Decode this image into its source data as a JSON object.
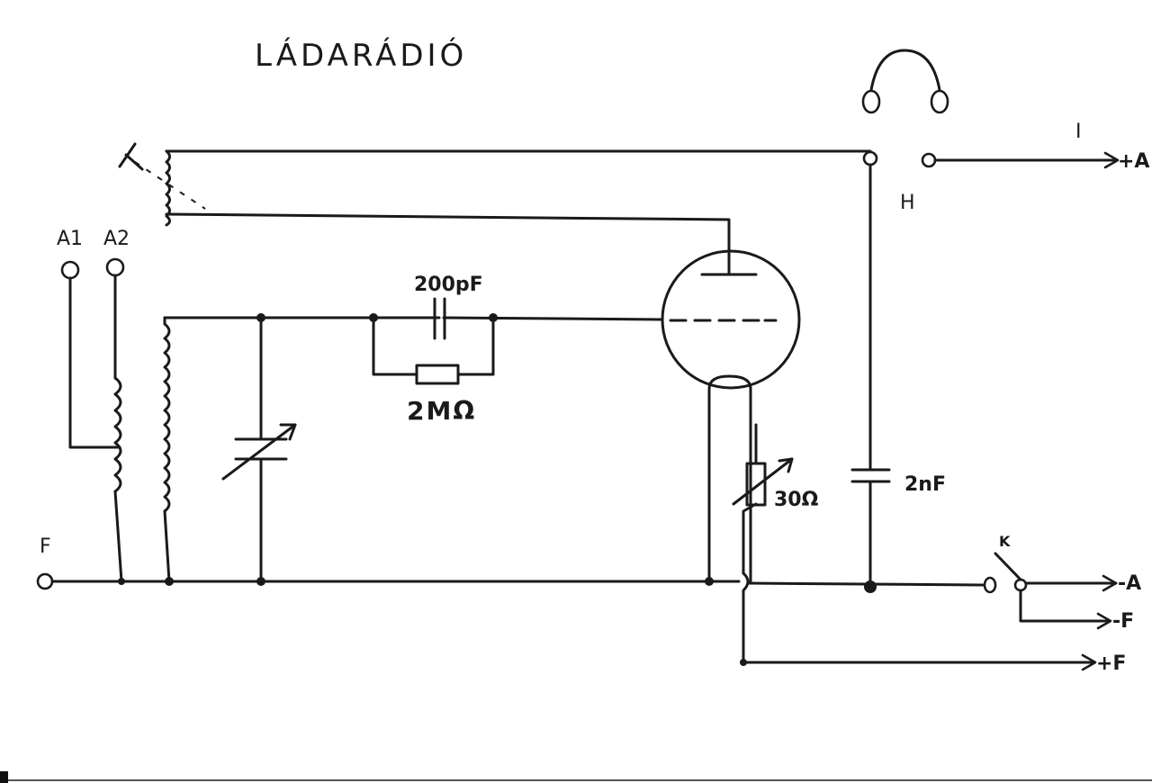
{
  "title": "LÁDARÁDIÓ",
  "labels": {
    "antenna_1": "A1",
    "antenna_2": "A2",
    "ground": "F",
    "grid_capacitor": "200pF",
    "grid_resistor": "2MΩ",
    "filament_rheostat": "30Ω",
    "bypass_capacitor": "2nF",
    "headphones": "H",
    "switch": "K",
    "plus_a": "+A",
    "minus_a": "-A",
    "minus_f": "-F",
    "plus_f": "+F",
    "wire_mark": "I"
  }
}
